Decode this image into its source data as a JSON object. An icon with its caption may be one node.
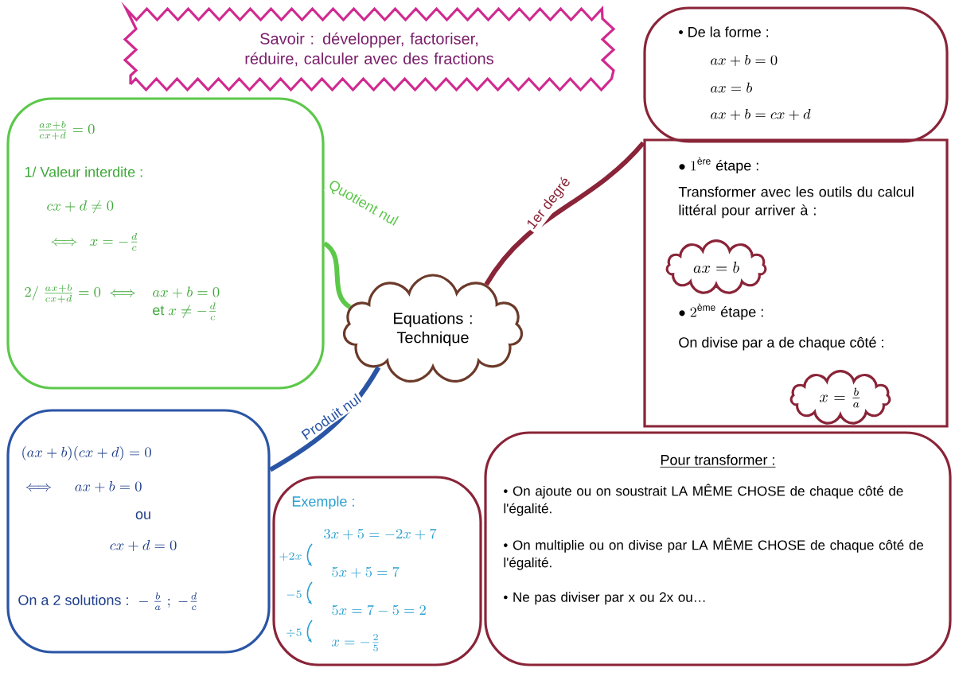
{
  "diagram": {
    "nodes": [
      {
        "text": [
          "Savoir : développer, factoriser, réduire, calculer avec des fractions"
        ]
      },
      {
        "text": [
          "Equations : Technique"
        ]
      },
      {
        "text": [
          "\\frac{ax+b}{cx+d}=0",
          "1/ Valeur interdite :",
          "cx+d\\neq 0",
          "\\iff\\ x=-\\frac{d}{c}",
          "2/\\ \\frac{ax+b}{cx+d}=0 \\iff \\begin{array}[t]{l} ax+b=0\\\\ \\text{et } x\\neq -\\frac{d}{c}\\end{array}"
        ]
      },
      {
        "text": [
          "(ax+b)(cx+d)=0",
          "\\iff\\quad ax+b=0",
          "ou",
          "cx+d=0",
          "\\text{On a 2 solutions : }-\\frac{b}{a}\\ ;\\ -\\frac{d}{c}"
        ]
      },
      {
        "text": [
          "• De la forme :",
          "ax+b=0",
          "ax=b",
          "ax+b=cx+d"
        ]
      },
      {
        "text": [
          "\\bullet\\ 1^{\\text{ère}}\\ \\text{étape :}",
          "Transformer avec les outils du calcul littéral pour arriver à :",
          "\\bullet\\ 2^{\\text{ème}}\\ \\text{étape :}",
          "On divise par a de chaque côté :"
        ]
      },
      {
        "text": [
          "ax=b"
        ],
        "in": 5
      },
      {
        "text": [
          "x=\\frac{b}{a}"
        ],
        "in": 5
      },
      {
        "text": [
          "Pour transformer :",
          "• On ajoute ou on soustrait LA MÊME CHOSE de chaque côté de l'égalité.",
          "• On multiplie ou on divise par LA MÊME CHOSE de chaque côté de l'égalité.",
          "• Ne pas diviser par x ou 2x ou…"
        ]
      },
      {
        "text": [
          "Exemple :",
          "3x+5=-2x+7",
          "+2x",
          "5x+5=7",
          "-5",
          "5x=7-5=2",
          "\\div 5",
          "x=-\\frac{2}{5}"
        ]
      }
    ],
    "edges": [
      {
        "from": 1,
        "to": 2,
        "arrow": "none",
        "label": "Quotient nul",
        "color": "#5cc84a"
      },
      {
        "from": 1,
        "to": 4,
        "arrow": "none",
        "label": "1er degré",
        "color": "#8a2438"
      },
      {
        "from": 1,
        "to": 3,
        "arrow": "none",
        "label": "Produit nul",
        "color": "#2a55a5"
      }
    ]
  }
}
